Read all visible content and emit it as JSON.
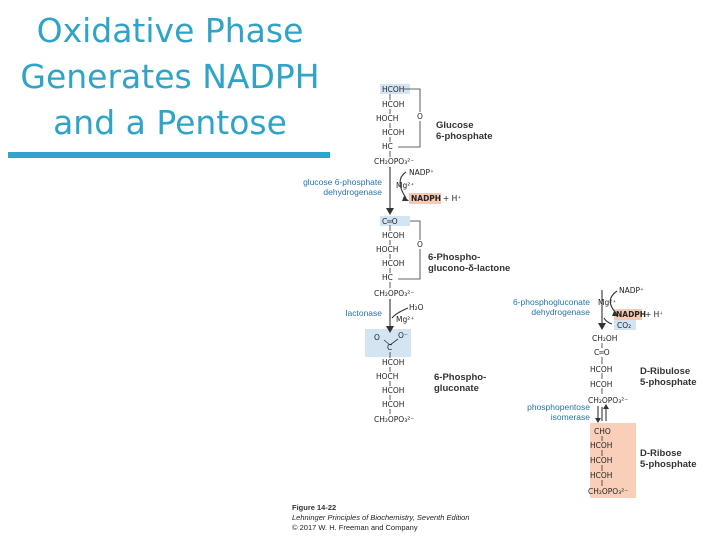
{
  "slide": {
    "title_lines": [
      "Oxidative Phase",
      "Generates NADPH",
      "and a Pentose"
    ]
  },
  "figure": {
    "glucose6p": {
      "atoms": [
        "HCOH",
        "HCOH",
        "HOCH",
        "HCOH",
        "HC",
        "CH₂OPO₃²⁻",
        "O"
      ],
      "name_lines": [
        "Glucose",
        "6-phosphate"
      ]
    },
    "step1": {
      "enzyme_lines": [
        "glucose 6-phosphate",
        "dehydrogenase"
      ],
      "cofactors": [
        "NADP⁺",
        "Mg²⁺",
        "NADPH",
        "+ H⁺"
      ]
    },
    "lactone": {
      "atoms": [
        "C═O",
        "HCOH",
        "HOCH",
        "HCOH",
        "HC",
        "CH₂OPO₃²⁻",
        "O"
      ],
      "name_lines": [
        "6-Phospho-",
        "glucono-δ-lactone"
      ]
    },
    "step2": {
      "enzyme": "lactonase",
      "cofactors": [
        "H₂O",
        "Mg²⁺"
      ]
    },
    "gluconate": {
      "atoms": [
        "O",
        "O⁻",
        "C",
        "HCOH",
        "HOCH",
        "HCOH",
        "HCOH",
        "CH₂OPO₃²⁻"
      ],
      "name_lines": [
        "6-Phospho-",
        "gluconate"
      ]
    },
    "step3": {
      "enzyme_lines": [
        "6-phosphogluconate",
        "dehydrogenase"
      ],
      "cofactors": [
        "NADP⁺",
        "Mg²⁺",
        "NADPH",
        "+ H⁺",
        "CO₂"
      ]
    },
    "ribulose5p": {
      "atoms": [
        "CH₂OH",
        "C═O",
        "HCOH",
        "HCOH",
        "CH₂OPO₃²⁻"
      ],
      "name_lines": [
        "D-Ribulose",
        "5-phosphate"
      ]
    },
    "step4": {
      "enzyme_lines": [
        "phosphopentose",
        "isomerase"
      ]
    },
    "ribose5p": {
      "atoms": [
        "CHO",
        "HCOH",
        "HCOH",
        "HCOH",
        "CH₂OPO₃²⁻"
      ],
      "name_lines": [
        "D-Ribose",
        "5-phosphate"
      ]
    },
    "caption": {
      "label": "Figure 14-22",
      "book": "Lehninger Principles of Biochemistry, Seventh Edition",
      "copyright": "© 2017 W. H. Freeman and Company"
    },
    "colors": {
      "title": "#2fa3c8",
      "enzyme_text": "#2874a6",
      "highlight_blue": "#d3e4f3",
      "highlight_pink": "#f6c9b3"
    }
  }
}
